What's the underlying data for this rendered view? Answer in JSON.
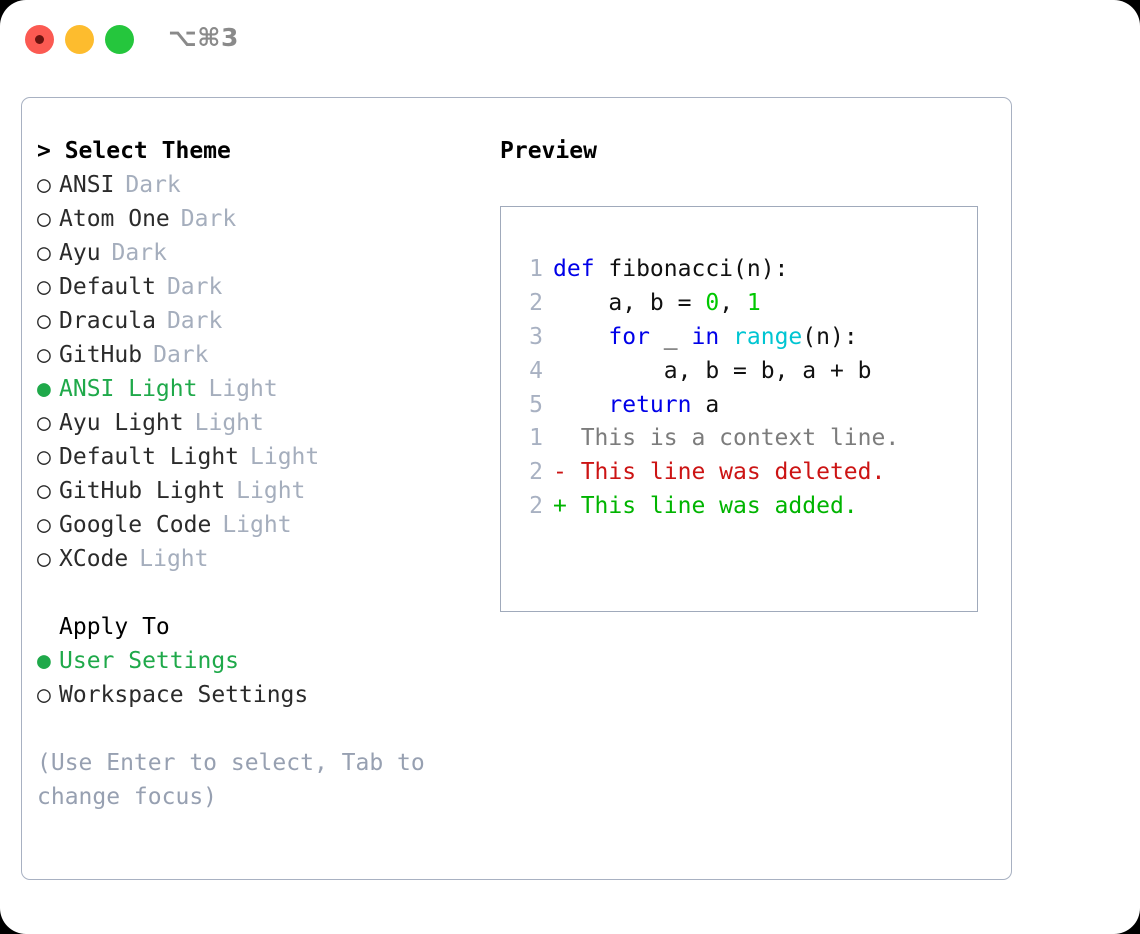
{
  "window": {
    "shortcut_label": "⌥⌘3",
    "traffic_lights": [
      "red-record",
      "yellow",
      "green"
    ]
  },
  "theme_panel": {
    "title": "> Select Theme",
    "bullet_selected": "●",
    "bullet_unselected": "○",
    "themes": [
      {
        "name": "ANSI",
        "variant": "Dark",
        "selected": false
      },
      {
        "name": "Atom One",
        "variant": "Dark",
        "selected": false
      },
      {
        "name": "Ayu",
        "variant": "Dark",
        "selected": false
      },
      {
        "name": "Default",
        "variant": "Dark",
        "selected": false
      },
      {
        "name": "Dracula",
        "variant": "Dark",
        "selected": false
      },
      {
        "name": "GitHub",
        "variant": "Dark",
        "selected": false
      },
      {
        "name": "ANSI Light",
        "variant": "Light",
        "selected": true
      },
      {
        "name": "Ayu Light",
        "variant": "Light",
        "selected": false
      },
      {
        "name": "Default Light",
        "variant": "Light",
        "selected": false
      },
      {
        "name": "GitHub Light",
        "variant": "Light",
        "selected": false
      },
      {
        "name": "Google Code",
        "variant": "Light",
        "selected": false
      },
      {
        "name": "XCode",
        "variant": "Light",
        "selected": false
      }
    ]
  },
  "apply_to": {
    "title": "Apply To",
    "options": [
      {
        "label": "User Settings",
        "selected": true
      },
      {
        "label": "Workspace Settings",
        "selected": false
      }
    ]
  },
  "hint": "(Use Enter to select, Tab to change focus)",
  "preview": {
    "title": "Preview",
    "code_lines": [
      {
        "no": "1",
        "tokens": [
          {
            "t": "def",
            "c": "kw"
          },
          {
            "t": " fibonacci(n):",
            "c": "pl"
          }
        ]
      },
      {
        "no": "2",
        "tokens": [
          {
            "t": "    a, b = ",
            "c": "pl"
          },
          {
            "t": "0",
            "c": "num"
          },
          {
            "t": ", ",
            "c": "pl"
          },
          {
            "t": "1",
            "c": "num"
          }
        ]
      },
      {
        "no": "3",
        "tokens": [
          {
            "t": "    ",
            "c": "pl"
          },
          {
            "t": "for",
            "c": "kw"
          },
          {
            "t": " _ ",
            "c": "pl"
          },
          {
            "t": "in",
            "c": "kw"
          },
          {
            "t": " ",
            "c": "pl"
          },
          {
            "t": "range",
            "c": "fn"
          },
          {
            "t": "(n):",
            "c": "pl"
          }
        ]
      },
      {
        "no": "4",
        "tokens": [
          {
            "t": "        a, b = b, a + b",
            "c": "pl"
          }
        ]
      },
      {
        "no": "5",
        "tokens": [
          {
            "t": "    ",
            "c": "pl"
          },
          {
            "t": "return",
            "c": "kw"
          },
          {
            "t": " a",
            "c": "pl"
          }
        ]
      }
    ],
    "diff_lines": [
      {
        "no": "1",
        "marker": "  ",
        "text": "This is a context line.",
        "kind": "diff-ctx"
      },
      {
        "no": "2",
        "marker": "- ",
        "text": "This line was deleted.",
        "kind": "diff-del"
      },
      {
        "no": "2",
        "marker": "+ ",
        "text": "This line was added.",
        "kind": "diff-add"
      }
    ]
  },
  "colors": {
    "accent_green": "#1fa94a",
    "muted": "#a5aebd",
    "hint": "#97a0b1",
    "keyword": "#0000e8",
    "function": "#00c5d2",
    "number": "#00c800",
    "diff_deleted": "#cc1414",
    "diff_added": "#00b400",
    "border": "#a8b1c2"
  }
}
